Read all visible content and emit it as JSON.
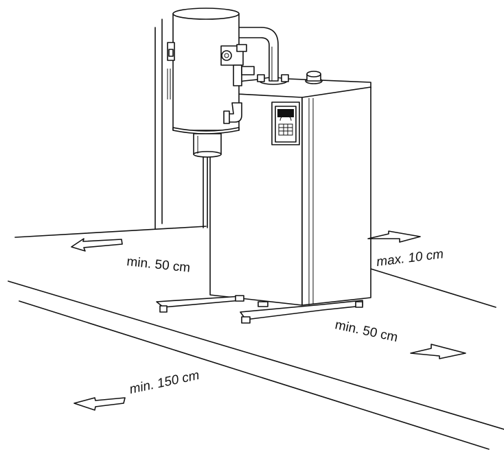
{
  "clearances": {
    "left": "min. 50 cm",
    "right": "max. 10 cm",
    "front_side": "min. 50 cm",
    "front": "min. 150 cm"
  },
  "colors": {
    "line": "#111111",
    "background": "#ffffff"
  }
}
